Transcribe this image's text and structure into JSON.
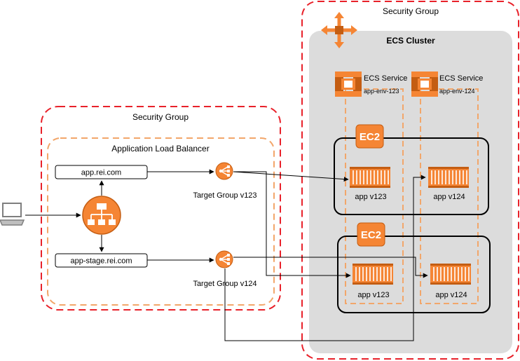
{
  "right_group": {
    "title": "Security Group",
    "cluster_title": "ECS Cluster",
    "services": [
      {
        "label": "ECS Service",
        "name": "app-env-123"
      },
      {
        "label": "ECS Service",
        "name": "app-env-124"
      }
    ],
    "hosts": [
      {
        "badge": "EC2",
        "containers": [
          "app v123",
          "app v124"
        ]
      },
      {
        "badge": "EC2",
        "containers": [
          "app v123",
          "app v124"
        ]
      }
    ]
  },
  "left_group": {
    "title": "Security Group",
    "alb_title": "Application Load Balancer",
    "rules": [
      "app.rei.com",
      "app-stage.rei.com"
    ],
    "target_groups": [
      "Target Group v123",
      "Target Group v124"
    ]
  },
  "icons": {
    "client": "laptop-icon",
    "alb": "load-balancer-icon",
    "target_group": "target-group-icon",
    "security_group": "auto-scaling-arrows-icon",
    "service": "ecs-service-icon",
    "container": "container-icon"
  },
  "colors": {
    "security_border": "#e8212a",
    "alb_border": "#f2a66a",
    "cluster_fill": "#dcdcdc",
    "aws_orange": "#f58534",
    "aws_orange_dark": "#c45d12",
    "host_border": "#000000",
    "line": "#000000"
  }
}
